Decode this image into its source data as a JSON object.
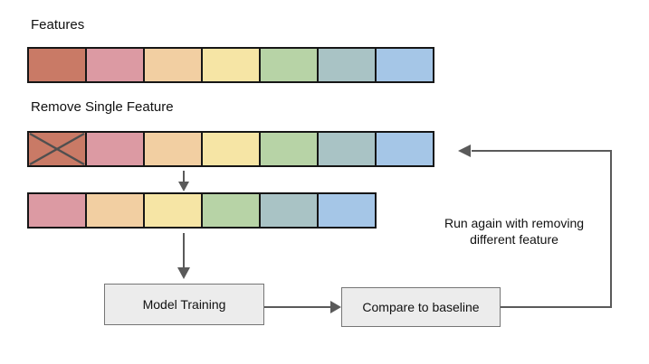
{
  "labels": {
    "features": "Features",
    "remove_single_feature": "Remove Single Feature",
    "run_again_line1": "Run again with removing",
    "run_again_line2": "different feature"
  },
  "process_boxes": {
    "model_training": "Model Training",
    "compare_to_baseline": "Compare to baseline"
  },
  "feature_colors": {
    "terracotta": "#c97a66",
    "pink": "#dc9aa3",
    "peach": "#f2cfa2",
    "yellow": "#f6e5a5",
    "green": "#b7d3a6",
    "teal": "#a9c3c5",
    "blue": "#a5c6e7"
  },
  "rows": {
    "features_full": [
      "terracotta",
      "pink",
      "peach",
      "yellow",
      "green",
      "teal",
      "blue"
    ],
    "removed": {
      "crossed_out_index": 0,
      "order": [
        "terracotta",
        "pink",
        "peach",
        "yellow",
        "green",
        "teal",
        "blue"
      ]
    },
    "reduced": [
      "pink",
      "peach",
      "yellow",
      "green",
      "teal",
      "blue"
    ]
  },
  "style_colors": {
    "background": "#ffffff",
    "cell_border": "#161616",
    "x_mark": "#4f4f4f",
    "arrow": "#5a5a5a",
    "process_fill": "#ececec",
    "process_border": "#757575",
    "text": "#111111"
  }
}
